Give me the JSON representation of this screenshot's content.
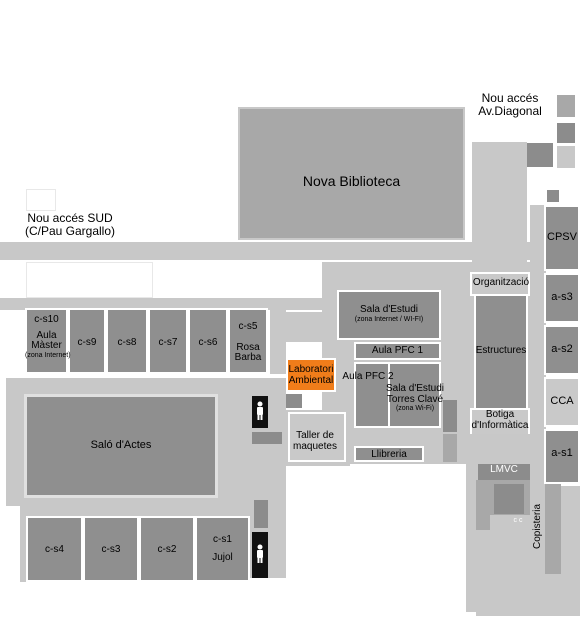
{
  "map": {
    "colors": {
      "corridor": "#c8c8c8",
      "building": "#a8a8a8",
      "room": "#8f8f8f",
      "highlight": "#f07d1a",
      "wc": "#111111"
    },
    "labels": {
      "nou_acces_diagonal_1": "Nou accés",
      "nou_acces_diagonal_2": "Av.Diagonal",
      "nou_acces_sud_1": "Nou accés SUD",
      "nou_acces_sud_2": "(C/Pau Gargallo)",
      "nova_biblioteca": "Nova Biblioteca",
      "cpsv": "CPSV",
      "organitzacio": "Organització",
      "a_s3": "a-s3",
      "a_s2": "a-s2",
      "cca": "CCA",
      "a_s1": "a-s1",
      "estructures": "Estructures",
      "botiga_1": "Botiga",
      "botiga_2": "d'Informàtica",
      "sala_estudi_1": "Sala d'Estudi",
      "sala_estudi_sub": "(zona Internet / WI-FI)",
      "aula_pfc1": "Aula PFC 1",
      "aula_pfc2": "Aula PFC 2",
      "sala_torres_1": "Sala d'Estudi",
      "sala_torres_2": "Torres Clavé",
      "sala_torres_sub": "(zona Wi-Fi)",
      "laboratori_1": "Laboratori",
      "laboratori_2": "Ambiental",
      "taller_1": "Taller de",
      "taller_2": "maquetes",
      "llibreria": "Llibreria",
      "lmvc": "LMVC",
      "copisteria": "Copisteria",
      "cs10": "c-s10",
      "aula_master_1": "Aula",
      "aula_master_2": "Màster",
      "aula_master_sub": "(zona Internet)",
      "cs9": "c-s9",
      "cs8": "c-s8",
      "cs7": "c-s7",
      "cs6": "c-s6",
      "cs5": "c-s5",
      "rosa_1": "Rosa",
      "rosa_2": "Barba",
      "salo_actes": "Saló d'Actes",
      "cs4": "c-s4",
      "cs3": "c-s3",
      "cs2": "c-s2",
      "cs1": "c-s1",
      "jujol": "Jujol",
      "wc_icon_top": "wc-person-icon",
      "wc_icon_bottom": "wc-person-icon",
      "cc_glyph": "c c"
    }
  }
}
